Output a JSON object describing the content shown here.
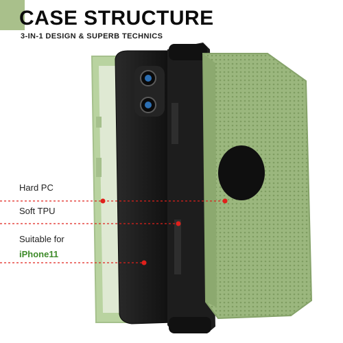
{
  "header": {
    "title": "CASE STRUCTURE",
    "subtitle": "3-IN-1 DESIGN & SUPERB TECHNICS"
  },
  "callouts": [
    {
      "label": "Hard PC"
    },
    {
      "label": "Soft TPU"
    },
    {
      "label": "Suitable for"
    },
    {
      "label": "iPhone11"
    }
  ],
  "colors": {
    "case_green": "#9bb77e",
    "frame_green": "#b9d3a0",
    "tpu_black": "#1d1d1d",
    "pointer_red": "#e0201b",
    "accent_green": "#3f8b2b"
  }
}
